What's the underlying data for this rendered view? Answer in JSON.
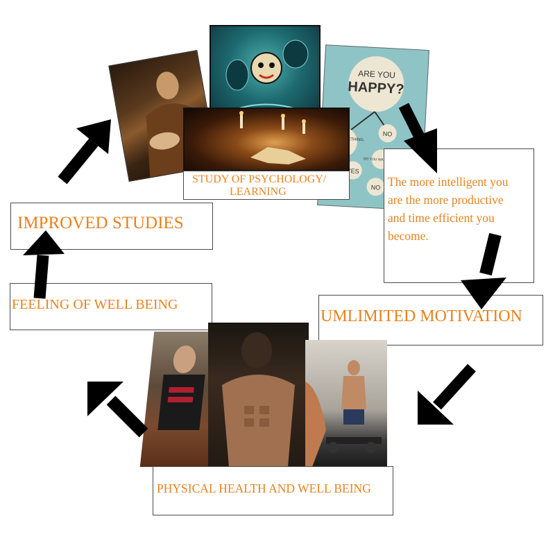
{
  "accent_color": "#e8821e",
  "nodes": {
    "study": "STUDY OF PSYCHOLOGY/ LEARNING",
    "study_line1": "STUDY OF PSYCHOLOGY/",
    "study_line2": "LEARNING",
    "intelligent": [
      "The more intelligent you",
      "are the more productive",
      "and time efficient you",
      "become."
    ],
    "motivation": "UMLIMITED MOTIVATION",
    "physical": "PHYSICAL HEALTH AND WELL BEING",
    "wellbeing": "FEELING OF WELL BEING",
    "improved": "IMPROVED STUDIES"
  },
  "poster": {
    "line1": "ARE YOU",
    "line2": "HAPPY?",
    "change": "CHANGE SOMETHING.",
    "no1": "NO",
    "doyou": "DO YOU WANT TO BE",
    "yes": "YES",
    "no2": "NO"
  },
  "images": [
    "painting-scholar",
    "comic-art-poster",
    "are-you-happy-poster",
    "candlelit-book-photo",
    "man-tshirt-photo",
    "shirtless-torso-photo",
    "gym-dumbbells-photo"
  ]
}
